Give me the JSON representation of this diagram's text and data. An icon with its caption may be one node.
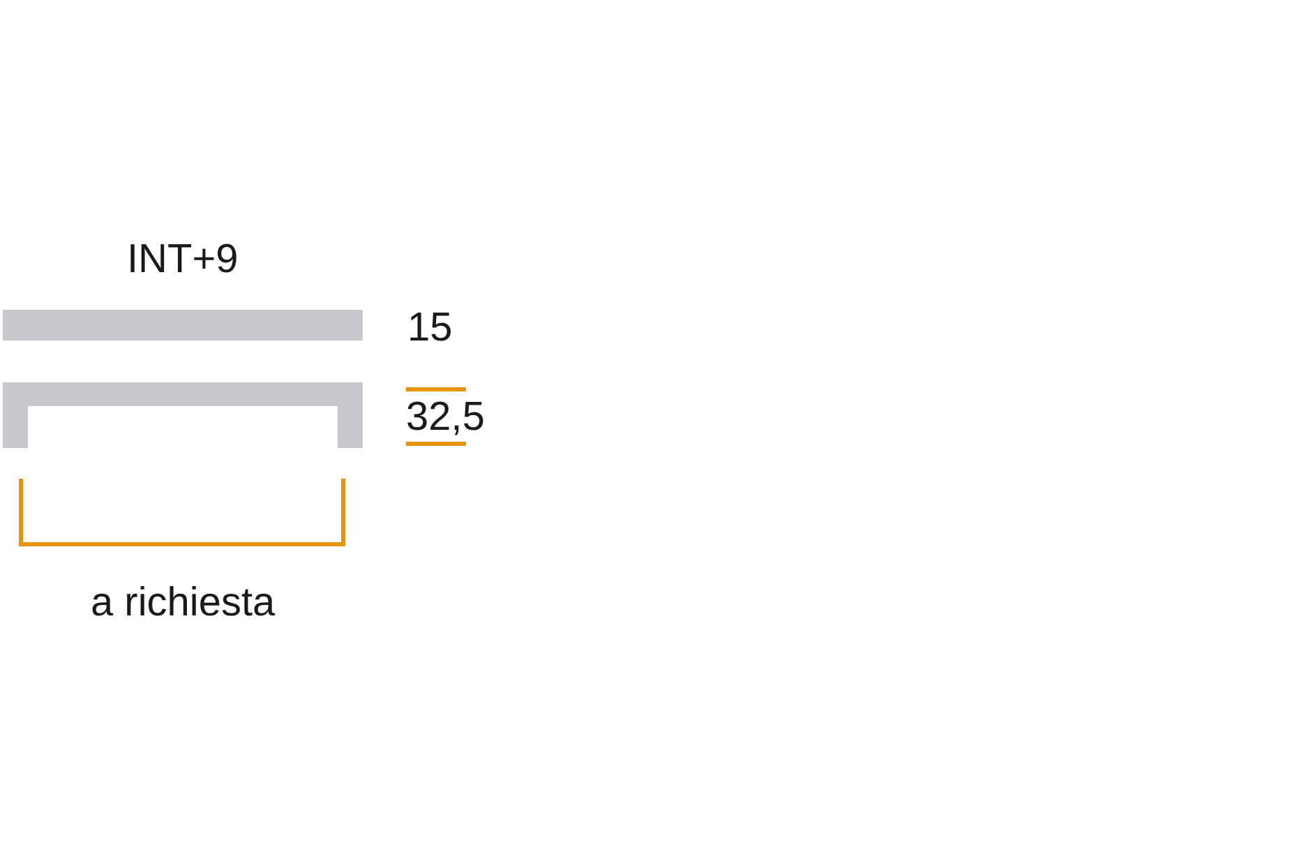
{
  "diagram": {
    "labels": [
      "INT+9",
      "15",
      "32,5",
      "a richiesta"
    ]
  }
}
